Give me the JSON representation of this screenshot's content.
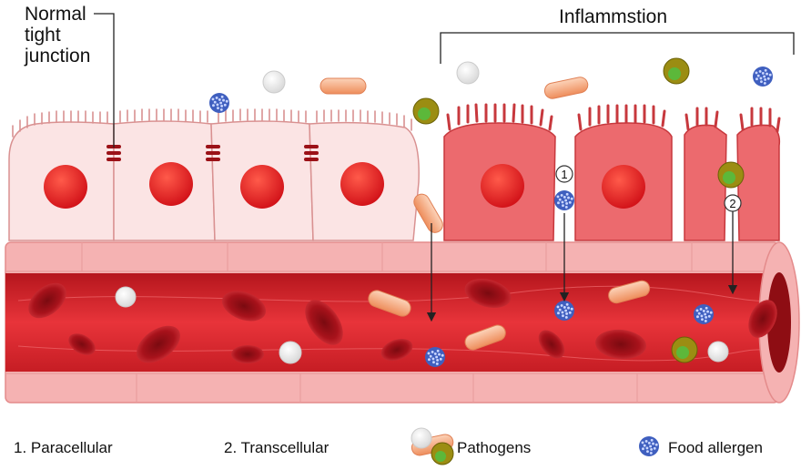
{
  "labels": {
    "normal_tight_junction": [
      "Normal",
      "tight",
      "junction"
    ],
    "inflammation": "Inflammstion",
    "marker_1": "1",
    "marker_2": "2"
  },
  "legend": {
    "paracellular": "1. Paracellular",
    "transcellular": "2. Transcellular",
    "pathogens": "Pathogens",
    "food_allergen": "Food allergen"
  },
  "colors": {
    "healthy_cell_fill": "#fbe4e4",
    "healthy_cell_stroke": "#d98f8f",
    "inflamed_cell_fill": "#ec6a6e",
    "inflamed_cell_stroke": "#c7383d",
    "nucleus": "#dd1f1f",
    "vessel_wall": "#f6b4b4",
    "vessel_lumen": "#d81f26",
    "red_blood_cell": "#b0111a",
    "allergen": "#3f5fbf",
    "pathogen_olive": "#9b8d12",
    "pathogen_green": "#5cb83a",
    "bacillus": "#f2a37a",
    "tight_junction": "#9b1117"
  },
  "icons": [
    "food-allergen-icon",
    "pathogen-icon",
    "bacillus-icon",
    "white-cell-icon",
    "red-blood-cell-icon",
    "nucleus-icon",
    "tight-junction-icon"
  ]
}
